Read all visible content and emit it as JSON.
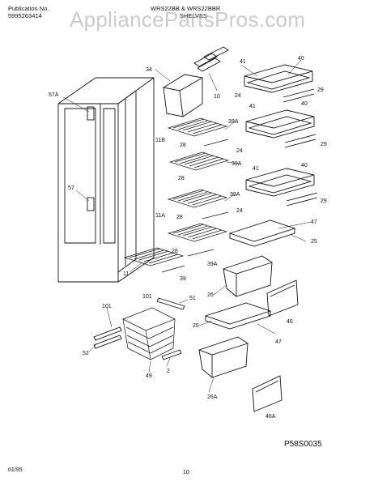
{
  "header": {
    "publication_label": "Publication No.",
    "publication_number": "5995263414",
    "model": "WRS22BB & WRS22BBR",
    "section": "SHELVES"
  },
  "watermark": "AppliancePartsPros.com",
  "figure_code": "P58S0035",
  "footer": {
    "date": "01/95",
    "page": "10"
  },
  "parts": [
    "57A",
    "34",
    "10",
    "41",
    "40",
    "24",
    "29",
    "39A",
    "11B",
    "28",
    "28",
    "39A",
    "41",
    "40",
    "24",
    "29",
    "39A",
    "41",
    "40",
    "24",
    "29",
    "11A",
    "28",
    "47",
    "25",
    "28",
    "39A",
    "26",
    "11",
    "39",
    "101",
    "51",
    "101",
    "46",
    "25",
    "47",
    "52",
    "49",
    "2",
    "26A",
    "46A",
    "57"
  ]
}
